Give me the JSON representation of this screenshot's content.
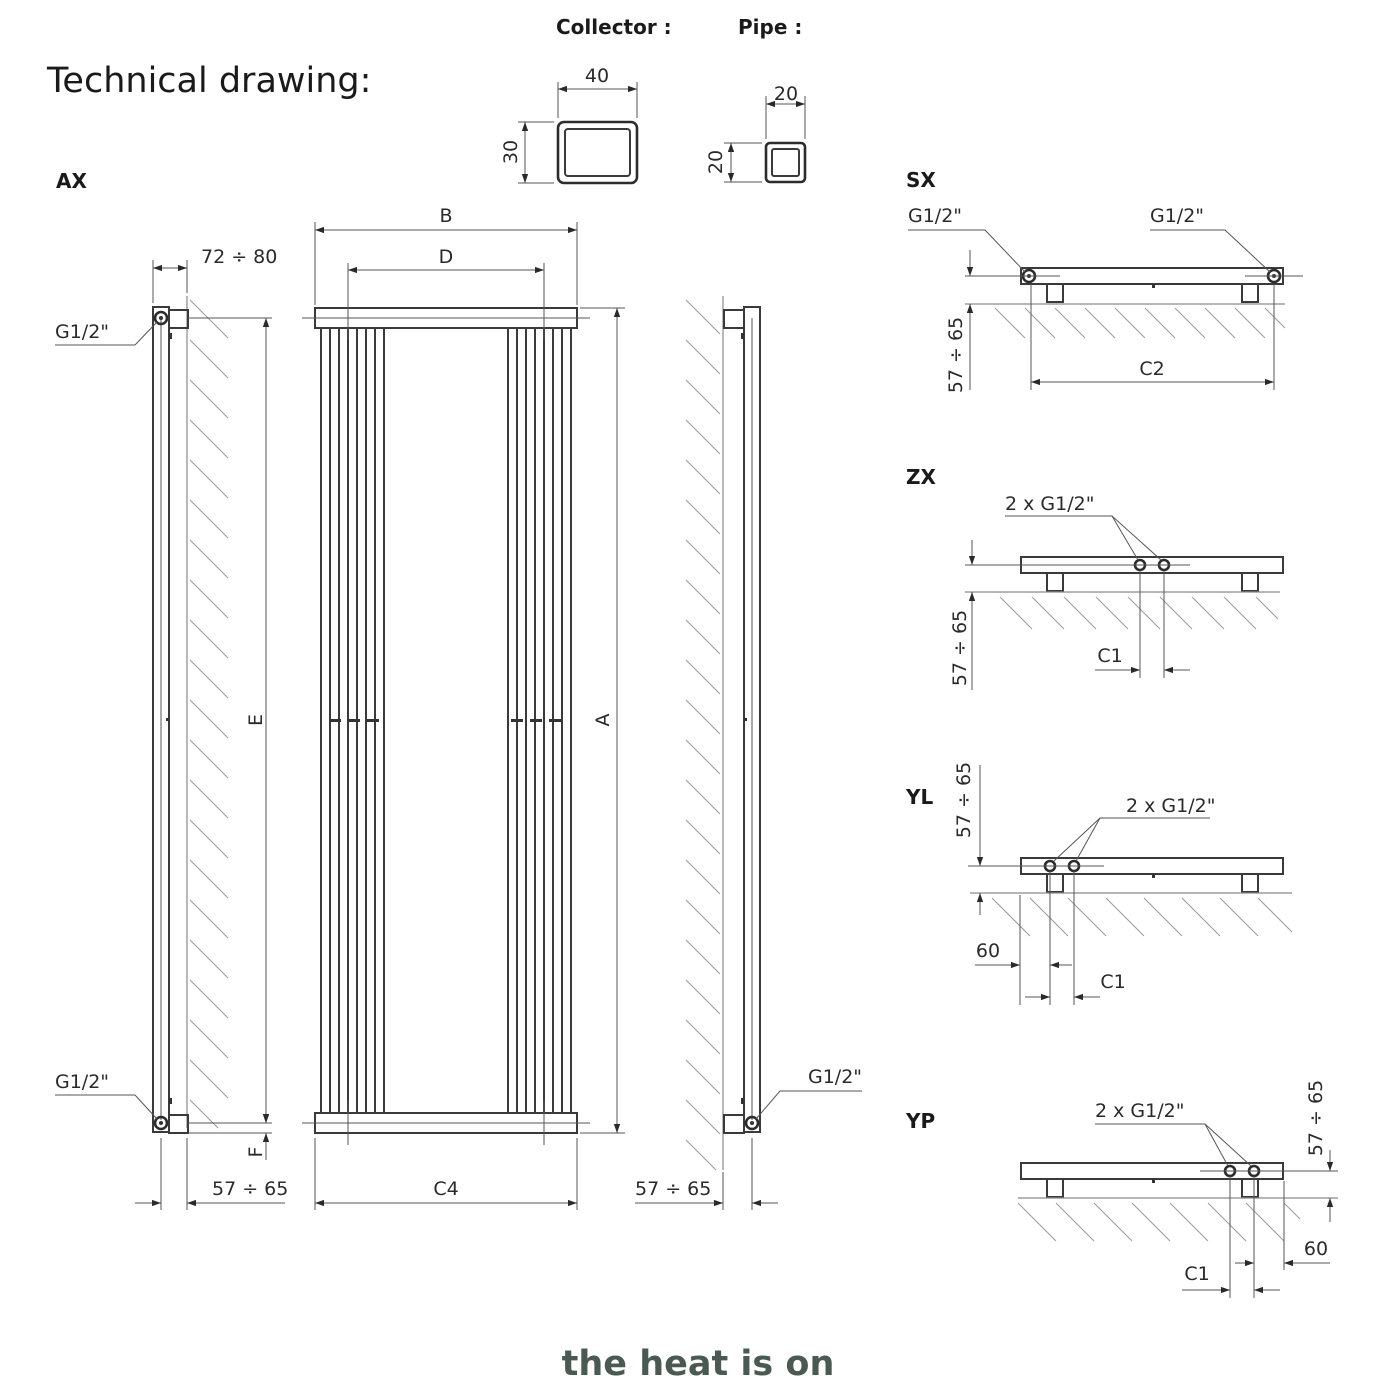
{
  "title": "Technical drawing:",
  "sections": {
    "collector": "Collector :",
    "pipe": "Pipe :",
    "ax": "AX",
    "sx": "SX",
    "zx": "ZX",
    "yl": "YL",
    "yp": "YP"
  },
  "collector_dims": {
    "width": "40",
    "height": "30"
  },
  "pipe_dims": {
    "width": "20",
    "height": "20"
  },
  "labels": {
    "a": "A",
    "b": "B",
    "d": "D",
    "e": "E",
    "f": "F",
    "c1": "C1",
    "c2": "C2",
    "c4": "C4",
    "g12": "G1/2\"",
    "g12x2": "2 x G1/2\"",
    "wall_gap": "72 ÷ 80",
    "offset": "57 ÷ 65",
    "sixty": "60"
  },
  "brand": "the heat is on",
  "colors": {
    "line": "#3a3a3a",
    "hatch": "#9a9a9a",
    "brand": "#4a5a53"
  }
}
